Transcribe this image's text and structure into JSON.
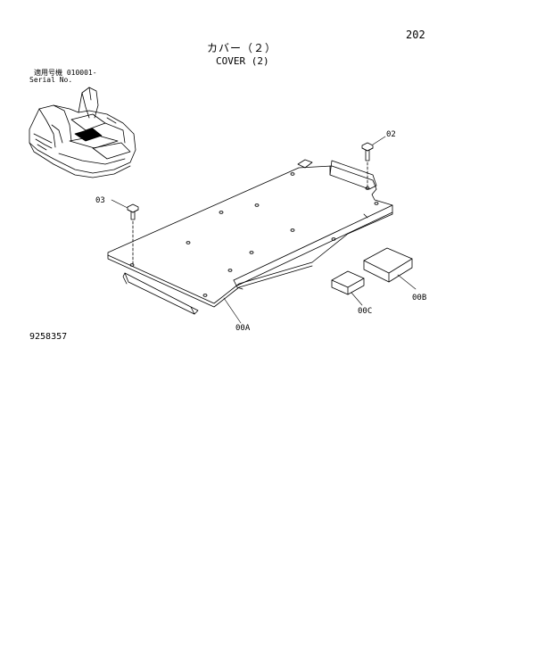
{
  "header": {
    "page_number": "202",
    "title_jp": "カバー（２）",
    "title_en": "COVER (2)"
  },
  "serial": {
    "label_jp": "適用号機  010001-",
    "label_en": "Serial No."
  },
  "drawing_number": "9258357",
  "callouts": {
    "c02": "02",
    "c03": "03",
    "c00a": "00A",
    "c00b": "00B",
    "c00c": "00C"
  }
}
